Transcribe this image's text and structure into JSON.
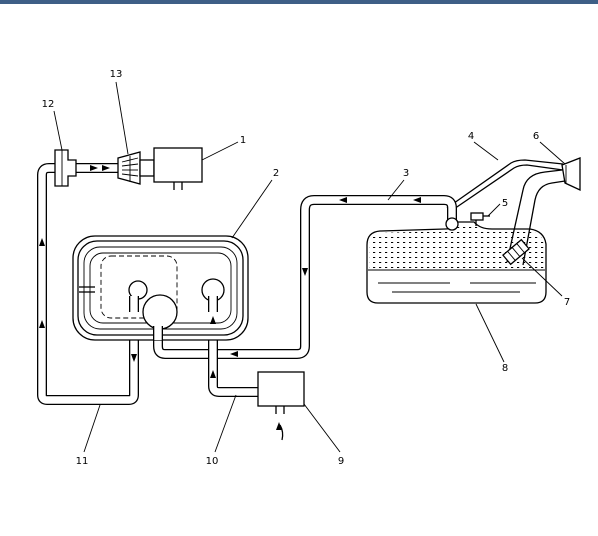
{
  "header": {
    "bar_color": "#3e5f86"
  },
  "diagram": {
    "callouts": [
      {
        "id": "1",
        "label": "1"
      },
      {
        "id": "2",
        "label": "2"
      },
      {
        "id": "3",
        "label": "3"
      },
      {
        "id": "4",
        "label": "4"
      },
      {
        "id": "5",
        "label": "5"
      },
      {
        "id": "6",
        "label": "6"
      },
      {
        "id": "7",
        "label": "7"
      },
      {
        "id": "8",
        "label": "8"
      },
      {
        "id": "9",
        "label": "9"
      },
      {
        "id": "10",
        "label": "10"
      },
      {
        "id": "11",
        "label": "11"
      },
      {
        "id": "12",
        "label": "12"
      },
      {
        "id": "13",
        "label": "13"
      }
    ]
  }
}
